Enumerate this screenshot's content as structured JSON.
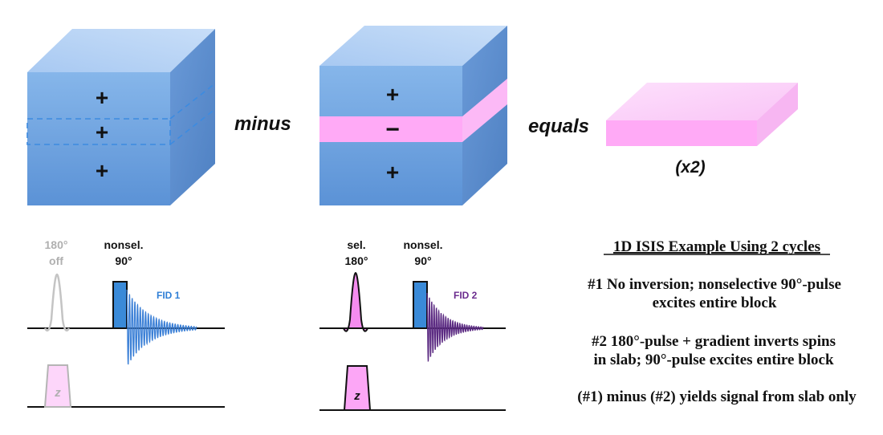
{
  "colors": {
    "cube_front": "#6fa3de",
    "cube_top": "#b3d1f5",
    "cube_side": "#5a8ccc",
    "slab_pink": "#ffaaf6",
    "slab_pink_light": "#fdd0fb",
    "dashed_blue": "#3d8be0",
    "fid1_blue": "#3a7fd6",
    "fid2_purple": "#6b2c8e",
    "gray": "#b0b0b0"
  },
  "top_row": {
    "cube1": {
      "signs": [
        "+",
        "+",
        "+"
      ]
    },
    "op_minus": "minus",
    "cube2": {
      "signs": [
        "+",
        "−",
        "+"
      ]
    },
    "op_equals": "equals",
    "result_label": "(x2)"
  },
  "sequence1": {
    "pulse180_label_line1": "180°",
    "pulse180_label_line2": "off",
    "pulse90_label_line1": "nonsel.",
    "pulse90_label_line2": "90°",
    "fid_label": "FID 1",
    "gradient_label": "z"
  },
  "sequence2": {
    "pulse180_label_line1": "sel.",
    "pulse180_label_line2": "180°",
    "pulse90_label_line1": "nonsel.",
    "pulse90_label_line2": "90°",
    "fid_label": "FID 2",
    "gradient_label": "z"
  },
  "explanation": {
    "title": "1D ISIS Example Using 2 cycles",
    "item1_line1": "#1 No inversion; nonselective 90°-pulse",
    "item1_line2": "excites entire block",
    "item2_line1": "#2 180°-pulse + gradient inverts spins",
    "item2_line2": "in slab; 90°-pulse excites entire block",
    "summary": "(#1) minus (#2) yields signal from slab only"
  }
}
